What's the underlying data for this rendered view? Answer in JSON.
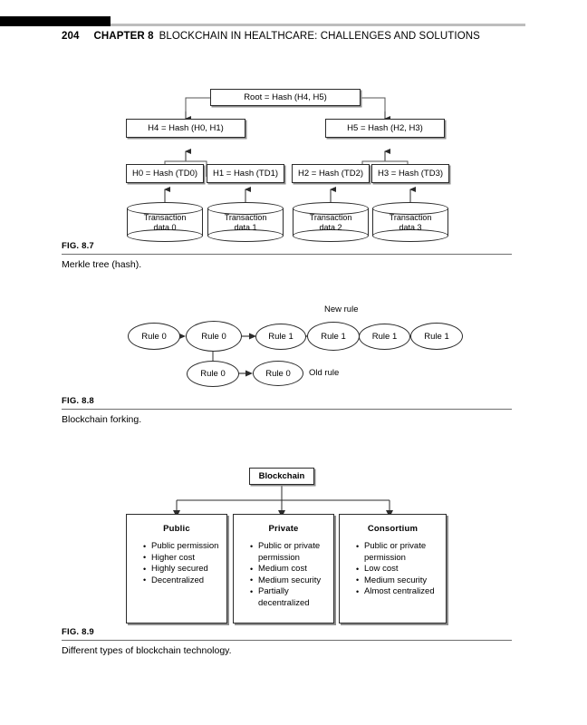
{
  "header": {
    "page_number": "204",
    "chapter": "CHAPTER 8",
    "title": "BLOCKCHAIN IN HEALTHCARE: CHALLENGES AND SOLUTIONS"
  },
  "figures": [
    {
      "id": "fig-8-7",
      "number": "FIG. 8.7",
      "caption": "Merkle tree (hash).",
      "nodes": {
        "root": "Root = Hash (H4, H5)",
        "level1": [
          "H4 = Hash (H0, H1)",
          "H5 = Hash (H2, H3)"
        ],
        "level2": [
          "H0 = Hash (TD0)",
          "H1 = Hash (TD1)",
          "H2 = Hash (TD2)",
          "H3 = Hash (TD3)"
        ],
        "stores": [
          {
            "line1": "Transaction",
            "line2": "data 0"
          },
          {
            "line1": "Transaction",
            "line2": "data 1"
          },
          {
            "line1": "Transaction",
            "line2": "data 2"
          },
          {
            "line1": "Transaction",
            "line2": "data 3"
          }
        ]
      }
    },
    {
      "id": "fig-8-8",
      "number": "FIG. 8.8",
      "caption": "Blockchain forking.",
      "labels": {
        "new_rule": "New rule",
        "old_rule": "Old rule"
      },
      "main_chain": [
        "Rule 0",
        "Rule 0",
        "Rule 1",
        "Rule 1",
        "Rule 1",
        "Rule 1"
      ],
      "fork_chain": [
        "Rule 0",
        "Rule 0"
      ]
    },
    {
      "id": "fig-8-9",
      "number": "FIG. 8.9",
      "caption": "Different types of blockchain technology.",
      "root_label": "Blockchain",
      "types": [
        {
          "title": "Public",
          "items": [
            "Public permission",
            "Higher cost",
            "Highly secured",
            "Decentralized"
          ]
        },
        {
          "title": "Private",
          "items": [
            "Public or private permission",
            "Medium cost",
            "Medium security",
            "Partially decentralized"
          ]
        },
        {
          "title": "Consortium",
          "items": [
            "Public or private permission",
            "Low cost",
            "Medium security",
            "Almost centralized"
          ]
        }
      ]
    }
  ],
  "colors": {
    "ink": "#000000",
    "stroke": "#2b2b2b",
    "shadow": "#8d8d8d",
    "rule": "#6e6e6e",
    "head_gray": "#bdbdbd"
  }
}
